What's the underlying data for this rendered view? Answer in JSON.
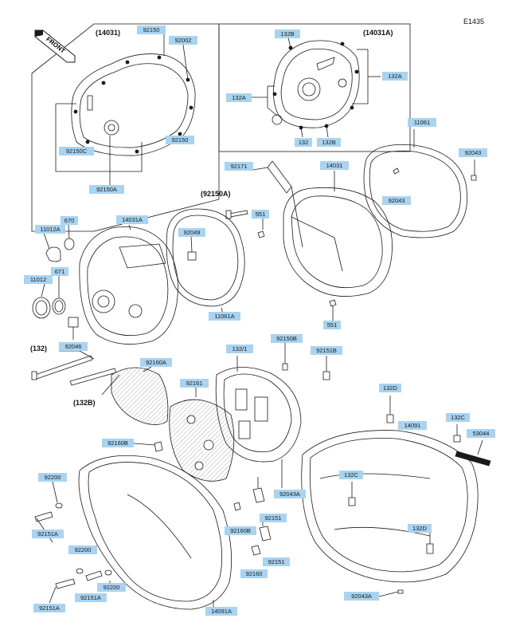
{
  "diagram_code": "E1435",
  "front_text": "FRONT",
  "group_labels": {
    "inset_left": "(14031)",
    "inset_right": "(14031A)",
    "ref_92150a": "(92150A)",
    "ref_132": "(132)",
    "ref_132b": "(132B)"
  },
  "part_labels": {
    "p92150_top": "92150",
    "p92002": "92002",
    "p92150_mid": "92150",
    "p92150c": "92150C",
    "p92150a_inset": "92150A",
    "p132b_top": "132B",
    "p132a_left": "132A",
    "p132a_right": "132A",
    "p132_bottom": "132",
    "p132b_bottom": "132B",
    "p11061": "11061",
    "p92043_right": "92043",
    "p92043_mid": "92043",
    "p92171": "92171",
    "p14031": "14031",
    "p551_top": "551",
    "p551_bottom": "551",
    "p670": "670",
    "p11012a": "11012A",
    "p14031a": "14031A",
    "p92049": "92049",
    "p671": "671",
    "p11012": "11012",
    "p11061a": "11061A",
    "p92046": "92046",
    "p132_1": "132/1",
    "p92150b": "92150B",
    "p92151b": "92151B",
    "p92160a": "92160A",
    "p92161": "92161",
    "p132d_top": "132D",
    "p14091": "14091",
    "p132c": "132C",
    "p53044": "53044",
    "p92160b_left": "92160B",
    "p92200_a": "92200",
    "p92043a_mid": "92043A",
    "p132c_mid": "132C",
    "p92151a_a": "92151A",
    "p92160b_mid": "92160B",
    "p92151_a": "92151",
    "p132d_bottom": "132D",
    "p92200_b": "92200",
    "p92151_b": "92151",
    "p92160": "92160",
    "p92151a_b": "92151A",
    "p92200_c": "92200",
    "p92151a_c": "92151A",
    "p14091a": "14091A",
    "p92043a_bottom": "92043A"
  },
  "colors": {
    "label_fill": "#a9d3f0",
    "line": "#1a1a1a",
    "background": "#ffffff"
  }
}
